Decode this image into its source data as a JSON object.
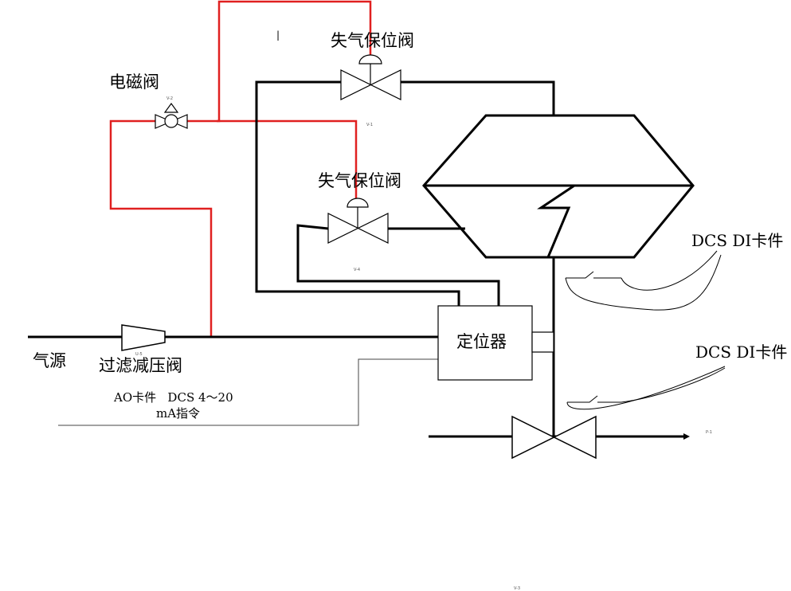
{
  "labels": {
    "solenoid_valve": "电磁阀",
    "fail_safe_valve_top": "失气保位阀",
    "fail_safe_valve_mid": "失气保位阀",
    "air_source": "气源",
    "filter_regulator": "过滤减压阀",
    "positioner": "定位器",
    "dcs_di_card_1": "DCS DI卡件",
    "dcs_di_card_2": "DCS DI卡件",
    "ao_card_line1": "AO卡件   DCS 4～20",
    "ao_card_line2": "mA指令"
  },
  "tags": {
    "solenoid": "V-2",
    "valve_top": "V-1",
    "valve_mid": "V-4",
    "filter": "U-5",
    "main_valve": "P-1",
    "page_bottom": "V-3",
    "tick_mark": "|"
  },
  "colors": {
    "signal_air": "#e02020",
    "process_line": "#000000",
    "thin_line": "#444444"
  }
}
